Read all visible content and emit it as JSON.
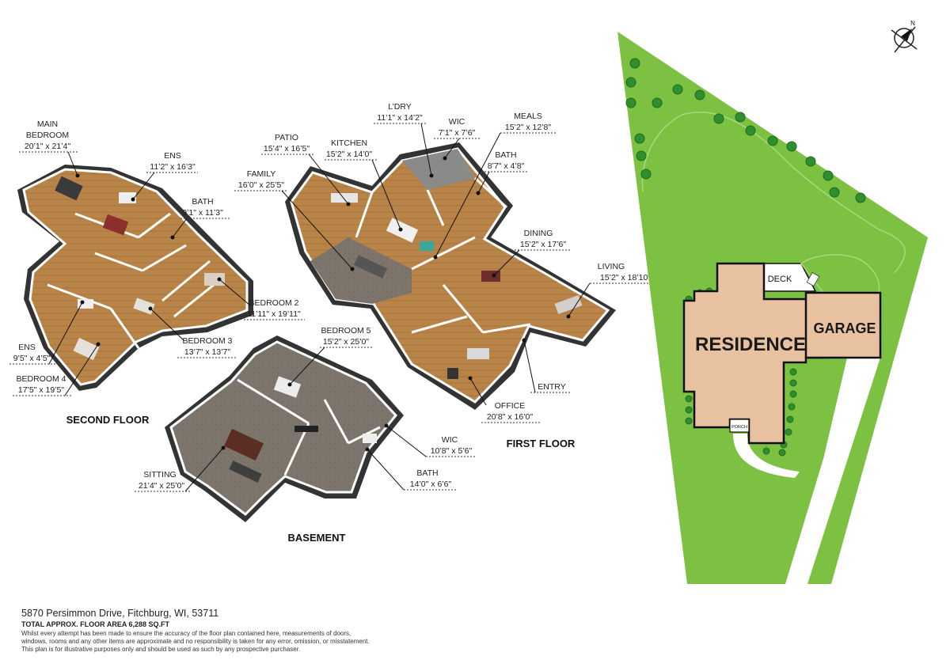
{
  "floors": {
    "second": "SECOND FLOOR",
    "first": "FIRST FLOOR",
    "basement": "BASEMENT"
  },
  "rooms": {
    "main_bedroom": {
      "name1": "MAIN",
      "name2": "BEDROOM",
      "size": "20’1\" x 21’4\""
    },
    "ens_top": {
      "name": "ENS",
      "size": "11’2\" x 16’3\""
    },
    "bath_second": {
      "name": "BATH",
      "size": "9’1\" x 11’3\""
    },
    "bedroom2": {
      "name": "BEDROOM 2",
      "size": "11’11\" x 19’11\""
    },
    "bedroom3": {
      "name": "BEDROOM 3",
      "size": "13’7\" x 13’7\""
    },
    "ens_bottom": {
      "name": "ENS",
      "size": "9’5\" x 4’5\""
    },
    "bedroom4": {
      "name": "BEDROOM 4",
      "size": "17’5\" x 19’5\""
    },
    "family": {
      "name": "FAMILY",
      "size": "16’0\" x 25’5\""
    },
    "patio": {
      "name": "PATIO",
      "size": "15’4\" x 16’5\""
    },
    "kitchen": {
      "name": "KITCHEN",
      "size": "15’2\" x 14’0\""
    },
    "ldry": {
      "name": "L’DRY",
      "size": "11’1\" x 14’2\""
    },
    "wic_first": {
      "name": "WIC",
      "size": "7’1\" x 7’6\""
    },
    "meals": {
      "name": "MEALS",
      "size": "15’2\" x 12’8\""
    },
    "bath_first": {
      "name": "BATH",
      "size": "8’7\" x 4’8\""
    },
    "dining": {
      "name": "DINING",
      "size": "15’2\" x 17’6\""
    },
    "living": {
      "name": "LIVING",
      "size": "15’2\" x 18’10\""
    },
    "entry": {
      "name": "ENTRY"
    },
    "office": {
      "name": "OFFICE",
      "size": "20’8\" x 16’0\""
    },
    "bedroom5": {
      "name": "BEDROOM 5",
      "size": "15’2\" x 25’0\""
    },
    "wic_base": {
      "name": "WIC",
      "size": "10’8\" x 5’6\""
    },
    "bath_base": {
      "name": "BATH",
      "size": "14’0\" x 6’6\""
    },
    "sitting": {
      "name": "SITTING",
      "size": "21’4\" x 25’0\""
    }
  },
  "site": {
    "north": "N",
    "residence": "RESIDENCE",
    "garage": "GARAGE",
    "deck": "DECK",
    "porch": "PORCH",
    "colors": {
      "lawn": "#7dc142",
      "building": "#e8c1a1",
      "outline": "#111111"
    }
  },
  "footer": {
    "address": "5870 Persimmon Drive, Fitchburg, WI, 53711",
    "area": "TOTAL APPROX. FLOOR AREA 6,288 SQ.FT",
    "disclaimer1": "Whilst every attempt has been made to ensure the accuracy of the floor plan contained here, measurements of doors,",
    "disclaimer2": "windows, rooms and any other items are approximate and no responsibility is taken for any error, omission, or misstatement.",
    "disclaimer3": "This plan is for illustrative purposes only and should be used as such by any prospective purchaser."
  }
}
